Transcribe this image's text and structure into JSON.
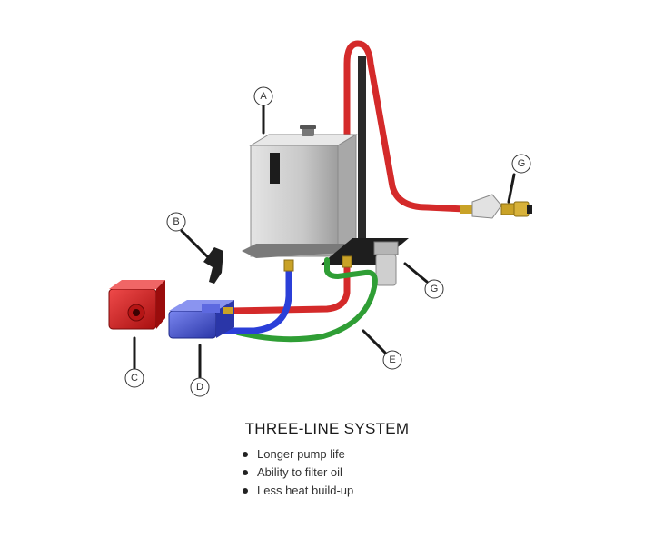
{
  "diagram": {
    "callouts": [
      {
        "id": "A",
        "label": "A"
      },
      {
        "id": "B",
        "label": "B"
      },
      {
        "id": "C",
        "label": "C"
      },
      {
        "id": "D",
        "label": "D"
      },
      {
        "id": "E",
        "label": "E"
      },
      {
        "id": "G1",
        "label": "G"
      },
      {
        "id": "G2",
        "label": "G"
      }
    ],
    "colors": {
      "pressure_line": "#d42a2a",
      "suction_line": "#2b3fd8",
      "return_line": "#2f9e35",
      "tank": "#c9c9c9",
      "pump_red": "#d81f1f",
      "pump_blue": "#4d5bd9",
      "fitting_brass": "#c9a227"
    }
  },
  "caption": {
    "title": "THREE-LINE SYSTEM",
    "bullets": [
      "Longer pump life",
      "Ability to filter oil",
      "Less heat build-up"
    ]
  }
}
